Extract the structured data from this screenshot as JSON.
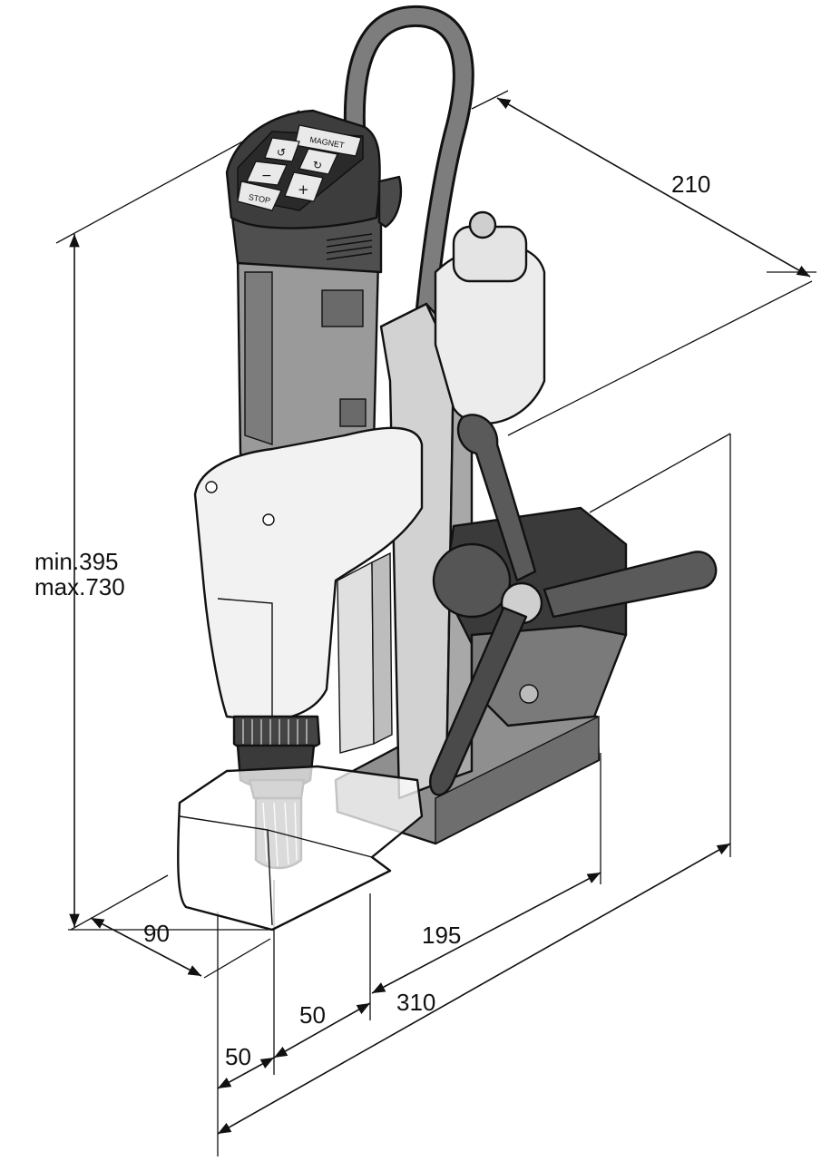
{
  "dimensions": {
    "depth_top": "210",
    "height_min": "min.395",
    "height_max": "max.730",
    "front_overhang": "90",
    "base_width": "195",
    "offset_a": "50",
    "offset_b": "50",
    "total_length": "310"
  },
  "control_panel": {
    "magnet_button": "MAGNET",
    "stop_button": "STOP",
    "minus_button": "−",
    "plus_button": "+"
  }
}
